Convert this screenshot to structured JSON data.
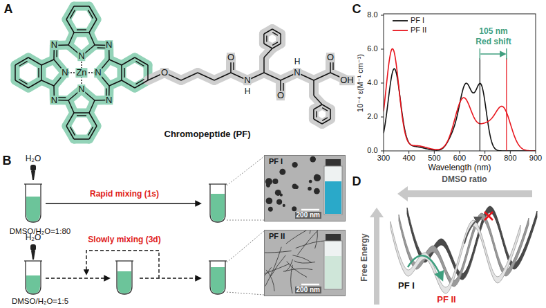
{
  "diagram": {
    "nodes": [
      {
        "text": [
          "PF I",
          "200 nm"
        ]
      },
      {
        "text": [
          "PF II",
          "200 nm"
        ]
      }
    ],
    "labels": [
      "A",
      "Chromopeptide (PF)",
      "N",
      "N",
      "N",
      "N",
      "N",
      "N",
      "N",
      "N",
      "Zn",
      "O",
      "O",
      "N",
      "H",
      "O",
      "N",
      "H",
      "O",
      "OH",
      "B",
      "H₂O",
      "Rapid mixing (1s)",
      "DMSO/H₂O=1:80",
      "Slowly mixing (3d)",
      "H₂O",
      "DMSO/H₂O=1:5",
      "C",
      "105 nm",
      "Red shift",
      "10⁻⁴ ε(M⁻¹ cm⁻¹)",
      "8.0",
      "6.0",
      "4.0",
      "2.0",
      "0.0",
      "300",
      "400",
      "500",
      "600",
      "700",
      "800",
      "900",
      "Wavelength (nm)",
      "D",
      "DMSO ratio",
      "Free Energy",
      "PF I",
      "PF II"
    ],
    "legend": [
      {
        "text": "PF I"
      },
      {
        "text": "PF II"
      }
    ]
  }
}
